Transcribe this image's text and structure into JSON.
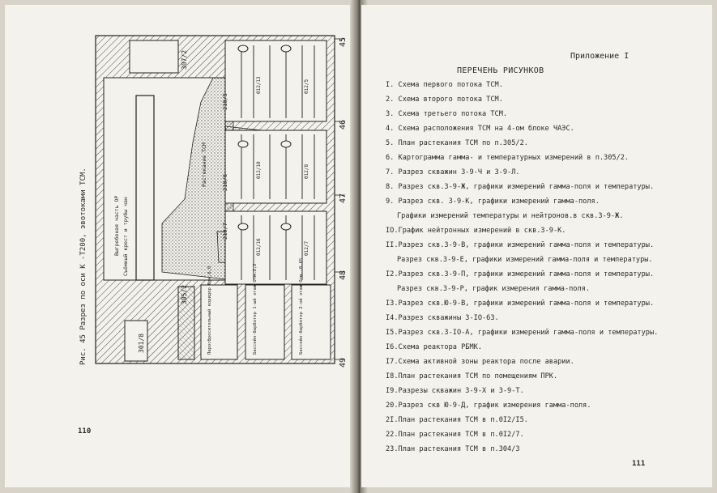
{
  "left_page": {
    "page_number": "110",
    "figure": {
      "caption": "Рис. 45  Разрез по оси К -Т200, эвотоками ТСМ.",
      "label_big_dummy": "Выгребеная часть ОР",
      "label_crust": "Съёмный крест и трубы чан",
      "label_lava": "Растекание ТСМ",
      "room_labels": [
        "307/2",
        "210/5",
        "012/13",
        "012/5",
        "210/6",
        "012/10",
        "012/8",
        "210/7",
        "012/16",
        "012/7",
        "305/2",
        "301/8"
      ],
      "box_labels": [
        "Паросбросительный коридор Отм.6,0",
        "Бассейн-барботер 1-ый этаж Отм.2,2",
        "Бассейн-барботер 2-ой этаж Отм.-0,65"
      ],
      "axis_labels": [
        "45",
        "46",
        "47",
        "48",
        "49"
      ]
    }
  },
  "right_page": {
    "page_number": "111",
    "appendix_label": "Приложение I",
    "list_title": "ПЕРЕЧЕНЬ  РИСУНКОВ",
    "items": [
      "I. Схема первого потока ТСМ.",
      "2. Схема второго потока ТСМ.",
      "3. Схема третьего потока ТСМ.",
      "4. Схема расположения ТСМ на 4-ом блоке ЧАЭС.",
      "5. План растекания ТСМ по п.305/2.",
      "6. Картограмма гамма- и температурных измерений в п.305/2.",
      "7. Разрез скважин 3-9-Ч и 3-9-Л.",
      "8. Разрез скв.3-9-Ж, графики измерений гамма-поля и температуры.",
      "9. Разрез скв. 3-9-К, графики измерений гамма-поля.",
      "Графики измерений температуры и нейтронов.в скв.3-9-Ж.",
      "IO.График нейтронных измерений в скв.3-9-К.",
      "II.Разрез скв.3-9-В, графики измерений гамма-поля и температуры.",
      "Разрез скв.3-9-Е, графики измерений гамма-поля и температуры.",
      "I2.Разрез скв.3-9-П, графики измерений гамма-поля и температуры.",
      "Разрез скв.3-9-Р, график измерения гамма-поля.",
      "I3.Разрез скв.Ю-9-В, графики измерений гамма-поля и температуры.",
      "I4.Разрез скважины 3-IO-63.",
      "I5.Разрез скв.3-IO-А, графики измерений гамма-поля и температуры.",
      "I6.Схема реактора РБМК.",
      "I7.Схема активной зоны реактора после аварии.",
      "I8.План растекания ТСМ по помещениям ПРК.",
      "I9.Разрезы скважин 3-9-Х и 3-9-Т.",
      "20.Разрез скв Ю-9-Д, график измерения гамма-поля.",
      "2I.План растекания ТСМ в п.0I2/I5.",
      "22.План растекания ТСМ в п.0I2/7.",
      "23.План растекания ТСМ в п.304/3"
    ],
    "sub_items": [
      9,
      12,
      14
    ]
  }
}
